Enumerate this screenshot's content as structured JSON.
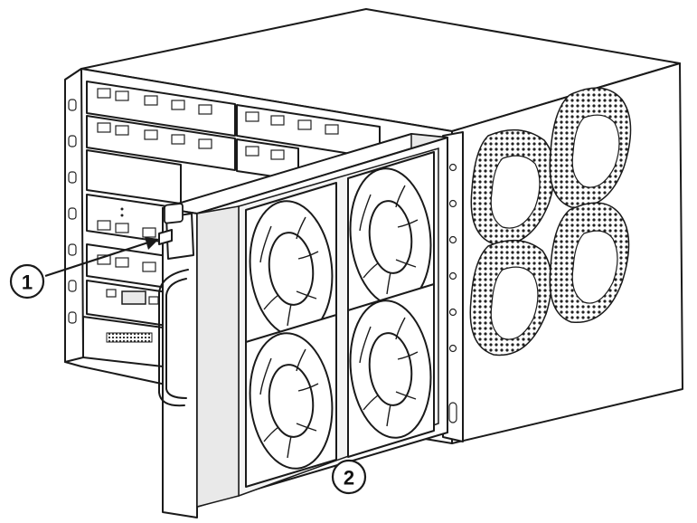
{
  "callouts": [
    {
      "id": "1",
      "label": "1"
    },
    {
      "id": "2",
      "label": "2"
    }
  ],
  "colors": {
    "line": "#1a1a1a",
    "background": "#ffffff",
    "shade": "#e9e9e9"
  }
}
